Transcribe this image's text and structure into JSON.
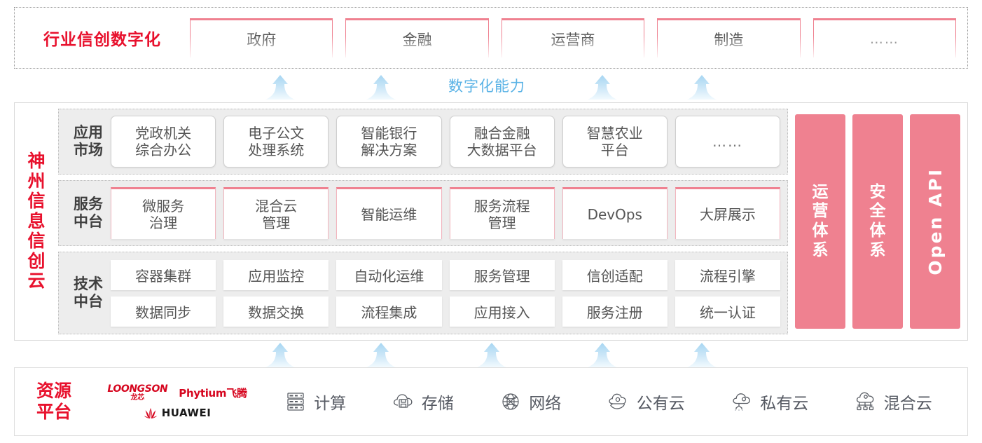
{
  "industry": {
    "title": "行业信创数字化",
    "boxes": [
      {
        "label": "政府"
      },
      {
        "label": "金融"
      },
      {
        "label": "运营商"
      },
      {
        "label": "制造"
      },
      {
        "label": "……"
      }
    ]
  },
  "capability": {
    "label": "数字化能力",
    "color": "#5bb3e6",
    "arrow_count_top": 4,
    "arrow_count_bottom": 5
  },
  "cloud": {
    "title_chars": [
      "神",
      "州",
      "信",
      "息",
      "信",
      "创",
      "云"
    ],
    "rows": [
      {
        "label_chars": [
          "应用",
          "市场"
        ],
        "cards": [
          {
            "label": "党政机关\n综合办公",
            "line1": "党政机关",
            "line2": "综合办公"
          },
          {
            "label": "电子公文\n处理系统",
            "line1": "电子公文",
            "line2": "处理系统"
          },
          {
            "label": "智能银行\n解决方案",
            "line1": "智能银行",
            "line2": "解决方案"
          },
          {
            "label": "融合金融\n大数据平台",
            "line1": "融合金融",
            "line2": "大数据平台"
          },
          {
            "label": "智慧农业\n平台",
            "line1": "智慧农业",
            "line2": "平台"
          },
          {
            "label": "……",
            "line1": "……",
            "line2": ""
          }
        ]
      },
      {
        "label_chars": [
          "服务",
          "中台"
        ],
        "cards": [
          {
            "line1": "微服务",
            "line2": "治理"
          },
          {
            "line1": "混合云",
            "line2": "管理"
          },
          {
            "line1": "智能运维",
            "line2": ""
          },
          {
            "line1": "服务流程",
            "line2": "管理"
          },
          {
            "line1": "DevOps",
            "line2": ""
          },
          {
            "line1": "大屏展示",
            "line2": ""
          }
        ]
      },
      {
        "label_chars": [
          "技术",
          "中台"
        ],
        "grid": [
          [
            "容器集群",
            "应用监控",
            "自动化运维",
            "服务管理",
            "信创适配",
            "流程引擎"
          ],
          [
            "数据同步",
            "数据交换",
            "流程集成",
            "应用接入",
            "服务注册",
            "统一认证"
          ]
        ]
      }
    ],
    "pillars": [
      {
        "type": "cn",
        "chars": [
          "运",
          "营",
          "体",
          "系"
        ],
        "color": "#ef8190"
      },
      {
        "type": "cn",
        "chars": [
          "安",
          "全",
          "体",
          "系"
        ],
        "color": "#ef8190"
      },
      {
        "type": "rot",
        "label": "Open API",
        "color": "#ef8190"
      }
    ]
  },
  "resource": {
    "title_lines": [
      "资源",
      "平台"
    ],
    "vendors": [
      {
        "name_en": "LOONGSON",
        "name_cn": "龙芯"
      },
      {
        "name": "Phytium飞腾"
      },
      {
        "name": "HUAWEI"
      }
    ],
    "items": [
      {
        "icon": "server-icon",
        "label": "计算"
      },
      {
        "icon": "cloud-storage-icon",
        "label": "存储"
      },
      {
        "icon": "network-icon",
        "label": "网络"
      },
      {
        "icon": "public-cloud-icon",
        "label": "公有云"
      },
      {
        "icon": "private-cloud-icon",
        "label": "私有云"
      },
      {
        "icon": "hybrid-cloud-icon",
        "label": "混合云"
      }
    ]
  },
  "colors": {
    "brand_red": "#e8112d",
    "pink": "#ef8190",
    "arrow_blue": "#b9ddf4",
    "band_gray": "#ededed"
  }
}
